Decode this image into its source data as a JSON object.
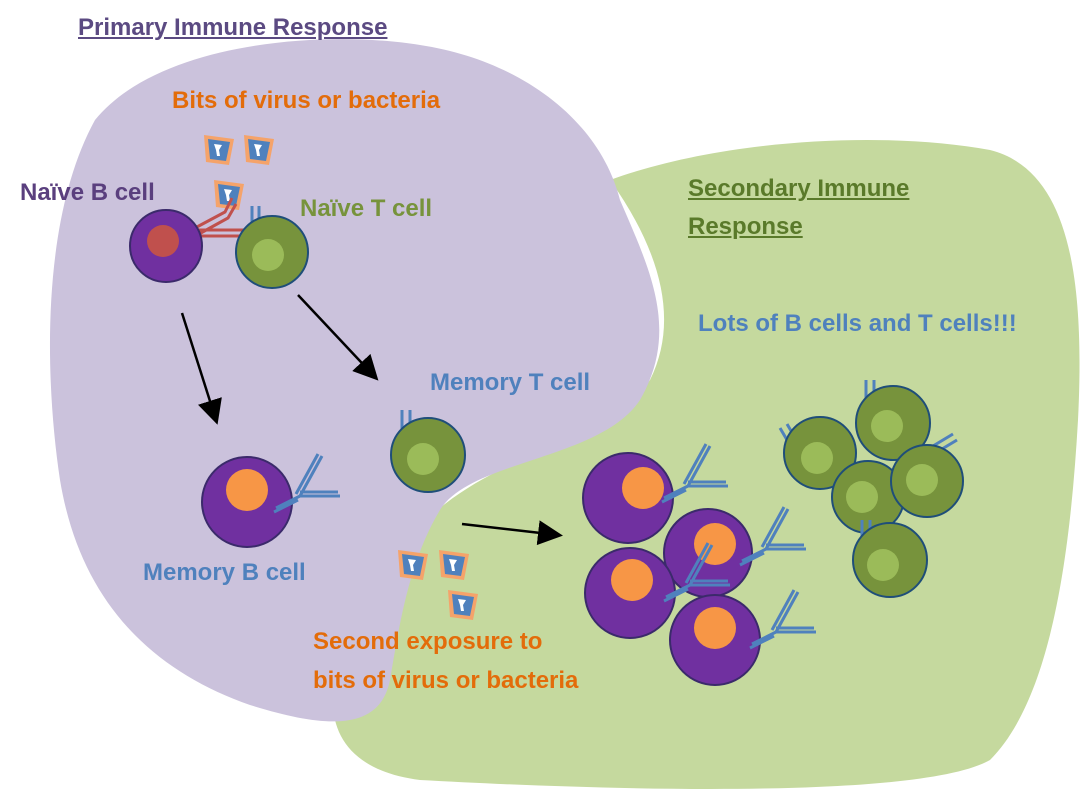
{
  "primary": {
    "title": "Primary Immune Response",
    "antigen_label": "Bits of virus or bacteria",
    "naive_b_label": "Naïve B cell",
    "naive_t_label": "Naïve T cell",
    "memory_t_label": "Memory T cell",
    "memory_b_label": "Memory B cell"
  },
  "secondary": {
    "title_line1": "Secondary Immune",
    "title_line2": "Response",
    "lots_label": "Lots of B cells and T cells!!!",
    "exposure_line1": "Second exposure to",
    "exposure_line2": "bits of virus or bacteria"
  },
  "colors": {
    "primary_region": "#cbc2dc",
    "secondary_region": "#c5d99e",
    "primary_title": "#5b4a82",
    "secondary_title": "#5a7a2a",
    "naive_b_text": "#5a3f7e",
    "naive_t_text": "#77933c",
    "antigen_text": "#e36c0a",
    "memory_text": "#4f81bd",
    "b_cell": "#7030a0",
    "b_nucleus": "#f79646",
    "naive_nucleus": "#c0504d",
    "t_cell": "#77933c",
    "t_nucleus": "#9bbb59",
    "receptor": "#4f81bd"
  }
}
